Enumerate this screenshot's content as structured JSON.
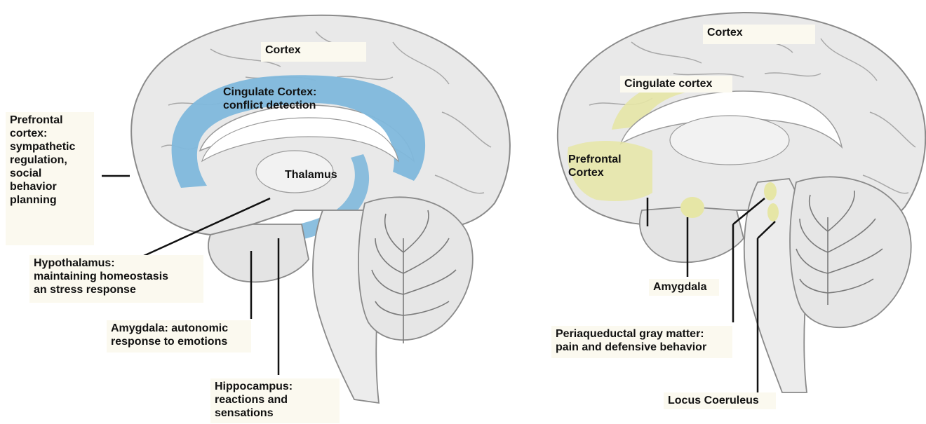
{
  "left_brain": {
    "cortex": "Cortex",
    "cingulate": [
      "Cingulate Cortex:",
      "conflict detection"
    ],
    "thalamus": "Thalamus",
    "prefrontal": [
      "Prefrontal",
      "cortex:",
      "sympathetic",
      "regulation,",
      "social",
      "behavior",
      "planning"
    ],
    "hypothalamus": [
      "Hypothalamus:",
      "maintaining homeostasis",
      "an stress response"
    ],
    "amygdala": [
      "Amygdala: autonomic",
      "response to emotions"
    ],
    "hippocampus": [
      "Hippocampus:",
      "reactions and",
      "sensations"
    ]
  },
  "right_brain": {
    "cortex": "Cortex",
    "cingulate": "Cingulate cortex",
    "prefrontal": [
      "Prefrontal",
      "Cortex"
    ],
    "amygdala": "Amygdala",
    "pag": [
      "Periaqueductal gray matter:",
      "pain and defensive behavior"
    ],
    "locus": "Locus Coeruleus"
  },
  "colors": {
    "brain_fill": "#e8e8e8",
    "brain_stroke": "#8a8a8a",
    "highlight_left": "#7fb8dc",
    "amygdala_left": "#2e95d4",
    "highlight_right": "#e6e6a6",
    "label_bg": "#fbf9ef"
  }
}
